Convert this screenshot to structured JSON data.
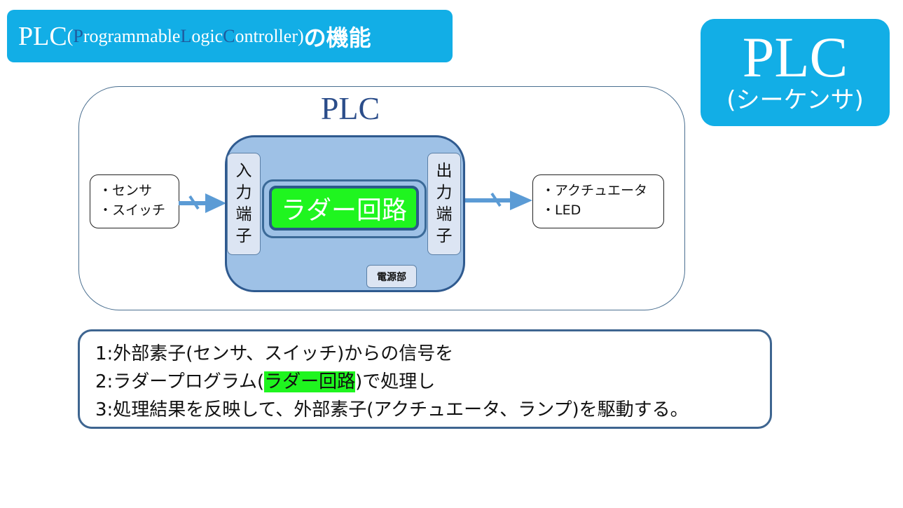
{
  "title": {
    "prefix": "PLC",
    "open_paren": "(",
    "p_initial": "P",
    "p_rest": "rogrammable ",
    "l_initial": "L",
    "l_rest": "ogic ",
    "c_initial": "C",
    "c_rest": "ontroller)",
    "suffix": "の機能"
  },
  "badge": {
    "title": "PLC",
    "subtitle": "(シーケンサ)"
  },
  "diagram": {
    "outer_title": "PLC",
    "input_devices": [
      "・センサ",
      "・スイッチ"
    ],
    "input_terminal": [
      "入",
      "力",
      "端",
      "子"
    ],
    "ladder_label": "ラダー回路",
    "output_terminal": [
      "出",
      "力",
      "端",
      "子"
    ],
    "power_unit": "電源部",
    "output_devices": [
      "・アクチュエータ",
      "・LED"
    ]
  },
  "summary": {
    "line1": "1:外部素子(センサ、スイッチ)からの信号を",
    "line2_pre": "2:ラダープログラム(",
    "line2_hl": "ラダー回路",
    "line2_post": ")で処理し",
    "line3": "3:処理結果を反映して、外部素子(アクチュエータ、ランプ)を駆動する。"
  },
  "colors": {
    "banner": "#12aee6",
    "plc_body": "#9ec1e6",
    "ladder": "#1ff51f",
    "arrow": "#5b9bd5",
    "border_dark": "#2f5a8f"
  }
}
